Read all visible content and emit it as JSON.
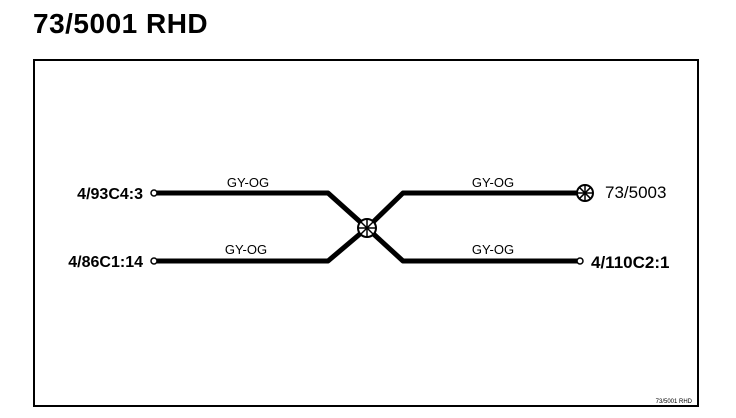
{
  "diagram": {
    "title": "73/5001 RHD",
    "footer_label": "73/5001 RHD",
    "colors": {
      "wire": "#000000",
      "background": "#ffffff"
    },
    "connectors": {
      "left_top": "4/93C4:3",
      "left_bottom": "4/86C1:14",
      "right_top": "73/5003",
      "right_bottom": "4/110C2:1"
    },
    "wires": {
      "left_top": "GY-OG",
      "left_bottom": "GY-OG",
      "right_top": "GY-OG",
      "right_bottom": "GY-OG"
    },
    "symbols": {
      "splice": "splice-icon",
      "ground": "ground-star-icon"
    }
  }
}
